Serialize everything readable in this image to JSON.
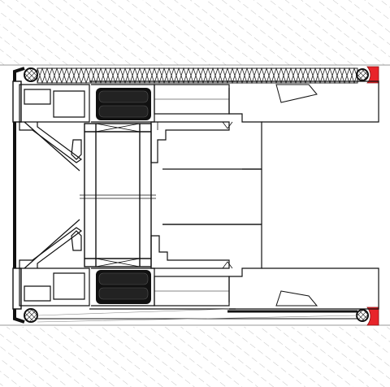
{
  "drawing": {
    "type": "architectural window section detail",
    "colors": {
      "line": "#1a1a1a",
      "hatch": "#bdbdbd",
      "background": "#ffffff",
      "gasket": "#111111",
      "seal_red": "#e8242a"
    },
    "components": {
      "wall_top": "masonry-hatch",
      "wall_bottom": "masonry-hatch",
      "insulation": "zigzag-insulation",
      "frame": "aluminium-frame-profile",
      "sash": "aluminium-sash-profile",
      "glazing": "glass-unit",
      "gaskets": "epdm-gaskets",
      "sealant": "perimeter-sealant"
    }
  }
}
